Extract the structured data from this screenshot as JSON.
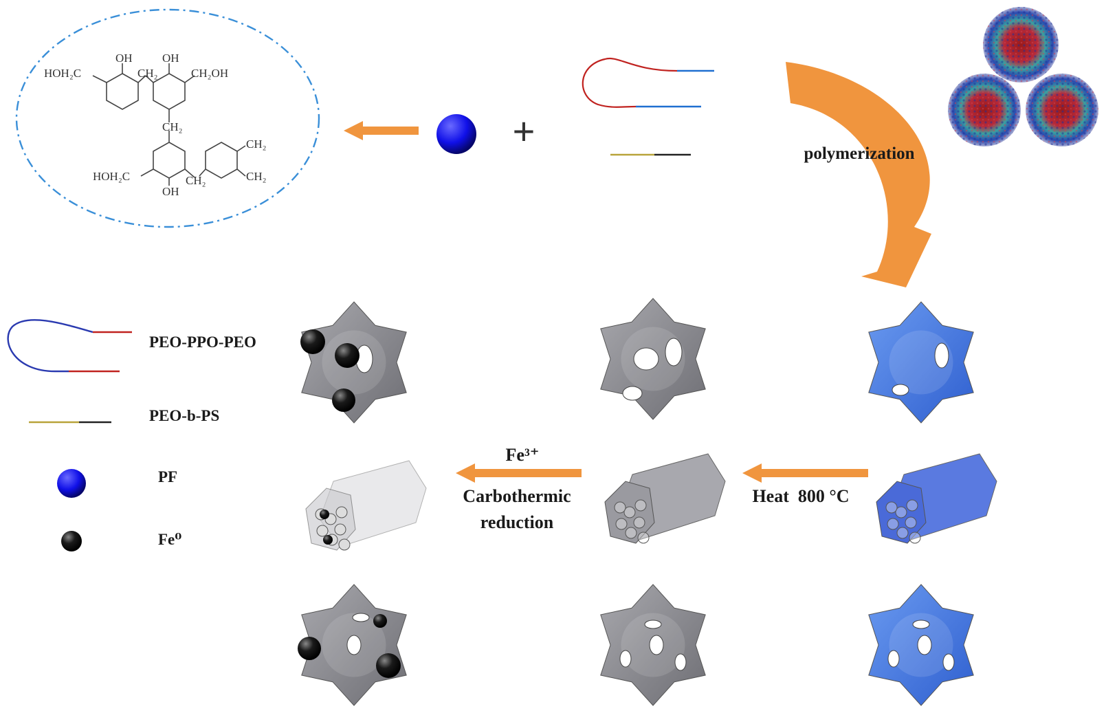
{
  "molecule": {
    "labels": [
      "OH",
      "OH",
      "HOH₂C",
      "CH₂",
      "CH₂OH",
      "CH₂",
      "CH₂",
      "HOH₂C",
      "CH₂",
      "CH₂",
      "OH"
    ]
  },
  "plus_sign": "+",
  "process": {
    "polymerization": "polymerization",
    "heat": "Heat  800 °C",
    "fe_ion": "Fe³⁺",
    "carbothermic_line1": "Carbothermic",
    "carbothermic_line2": "reduction"
  },
  "legend": [
    {
      "label": "PEO-PPO-PEO",
      "icon": "triblock-copolymer-icon"
    },
    {
      "label": "PEO-b-PS",
      "icon": "diblock-copolymer-icon"
    },
    {
      "label": "PF",
      "icon": "blue-sphere-icon"
    },
    {
      "label": "Fe⁰",
      "icon": "black-sphere-icon"
    }
  ],
  "colors": {
    "arrow": "#f0953e",
    "pf_blue": "#1010e8",
    "carbon_gray": "#8e8e93",
    "resin_blue": "#4a7be0",
    "ellipse_dash": "#3a8fd8",
    "peo": "#1f6fd0",
    "ppo": "#c0221f",
    "ps": "#222222",
    "peo_short": "#b8a33a"
  }
}
